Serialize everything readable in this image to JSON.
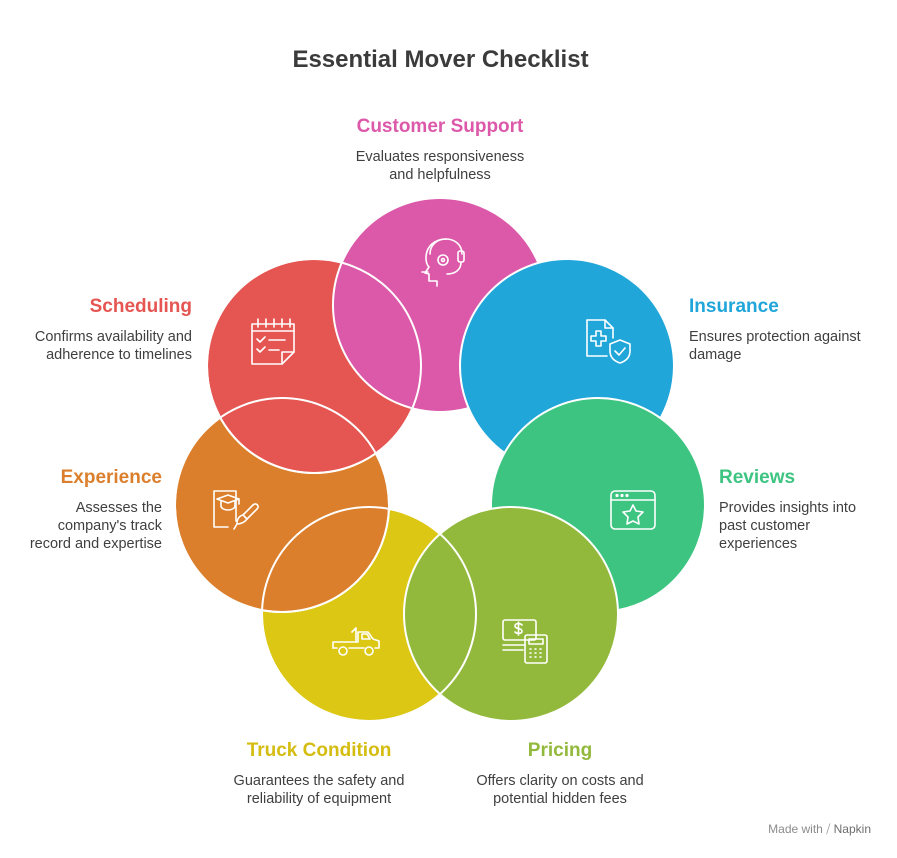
{
  "title": "Essential Mover Checklist",
  "footer": {
    "made_with": "Made with",
    "brand": "Napkin"
  },
  "items": [
    {
      "id": "customer-support",
      "title": "Customer Support",
      "desc1": "Evaluates responsiveness",
      "desc2": "and helpfulness",
      "color": "#dc59aa",
      "icon": "headset-support-icon"
    },
    {
      "id": "insurance",
      "title": "Insurance",
      "desc1": "Ensures protection against",
      "desc2": "damage",
      "color": "#21a6da",
      "icon": "medical-shield-document-icon"
    },
    {
      "id": "reviews",
      "title": "Reviews",
      "desc1": "Provides insights into",
      "desc2": "past customer",
      "desc3": "experiences",
      "color": "#3dc481",
      "icon": "star-browser-window-icon"
    },
    {
      "id": "pricing",
      "title": "Pricing",
      "desc1": "Offers clarity on costs and",
      "desc2": "potential hidden fees",
      "color": "#93b93c",
      "icon": "money-calculator-icon"
    },
    {
      "id": "truck-condition",
      "title": "Truck Condition",
      "desc1": "Guarantees the safety and",
      "desc2": "reliability of equipment",
      "color": "#dcc714",
      "icon": "tow-truck-icon"
    },
    {
      "id": "experience",
      "title": "Experience",
      "desc1": "Assesses the",
      "desc2": "company's track",
      "desc3": "record and expertise",
      "color": "#db7f2c",
      "icon": "graduation-certificate-icon"
    },
    {
      "id": "scheduling",
      "title": "Scheduling",
      "desc1": "Confirms availability and",
      "desc2": "adherence to timelines",
      "color": "#e55652",
      "icon": "calendar-checklist-icon"
    }
  ]
}
